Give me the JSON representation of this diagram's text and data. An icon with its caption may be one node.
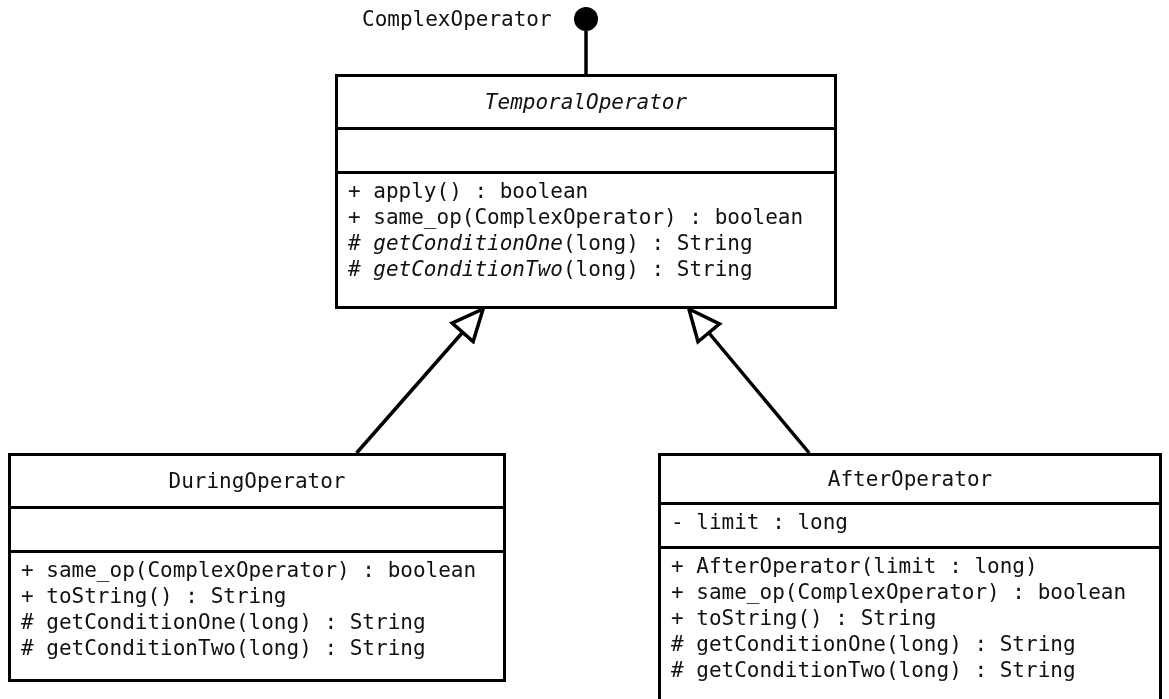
{
  "diagram": {
    "nodes": [
      {
        "text": [],
        "shape": "circle",
        "beside": [
          "ComplexOperator"
        ]
      },
      {
        "text": [
          "TemporalOperator"
        ]
      },
      {
        "text": [],
        "shape": "box",
        "in": 1
      },
      {
        "text": [
          "+ apply() : boolean",
          "+ same_op(ComplexOperator) : boolean",
          "# *getConditionOne*(long) : String",
          "# *getConditionTwo*(long) : String"
        ],
        "in": 1
      },
      {
        "text": [
          "DuringOperator"
        ]
      },
      {
        "text": [],
        "shape": "box",
        "in": 4
      },
      {
        "text": [
          "+ same_op(ComplexOperator) : boolean",
          "+ toString() : String",
          "# getConditionOne(long) : String",
          "# getConditionTwo(long) : String"
        ],
        "in": 4
      },
      {
        "text": [
          "AfterOperator"
        ]
      },
      {
        "text": [
          "- limit : long"
        ],
        "in": 7
      },
      {
        "text": [
          "+ AfterOperator(limit : long)",
          "+ same_op(ComplexOperator) : boolean",
          "+ toString() : String",
          "# getConditionOne(long) : String",
          "# getConditionTwo(long) : String"
        ],
        "in": 7
      }
    ],
    "edges": [
      {
        "from": 0,
        "to": 1,
        "arrow": "none"
      },
      {
        "from": 4,
        "to": 1,
        "arrow": "to"
      },
      {
        "from": 7,
        "to": 1,
        "arrow": "to"
      }
    ]
  }
}
